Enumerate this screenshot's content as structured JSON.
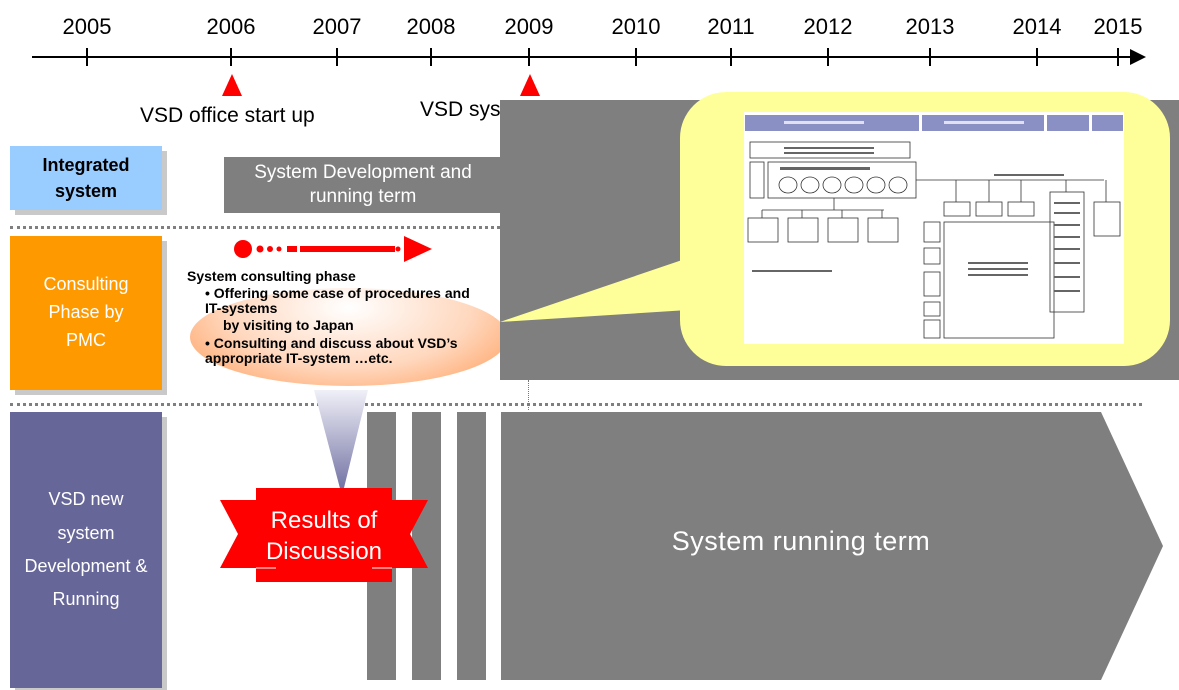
{
  "timeline": {
    "years": [
      "2005",
      "2006",
      "2007",
      "2008",
      "2009",
      "2010",
      "2011",
      "2012",
      "2013",
      "2014",
      "2015"
    ]
  },
  "events": {
    "office_start": "VSD office start up",
    "system_start": "VSD sys"
  },
  "rows": {
    "integrated": "Integrated system",
    "consulting": "Consulting Phase by PMC",
    "vsd": "VSD new system Development & Running"
  },
  "integrated_bar": {
    "label": "System Development and running term"
  },
  "consulting": {
    "title": "System consulting phase",
    "items": [
      "• Offering some case of procedures and IT-systems",
      "by visiting to Japan",
      "• Consulting and discuss about VSD’s appropriate IT-system …etc."
    ]
  },
  "results_banner": {
    "label": "Results of Discussion"
  },
  "running_arrow": {
    "label": "System running term"
  },
  "colors": {
    "integrated_box": "#99ccff",
    "consulting_box": "#ff9900",
    "vsd_box": "#666699",
    "grey": "#7f7f7f",
    "red": "#ff0000",
    "callout": "#ffff99"
  }
}
